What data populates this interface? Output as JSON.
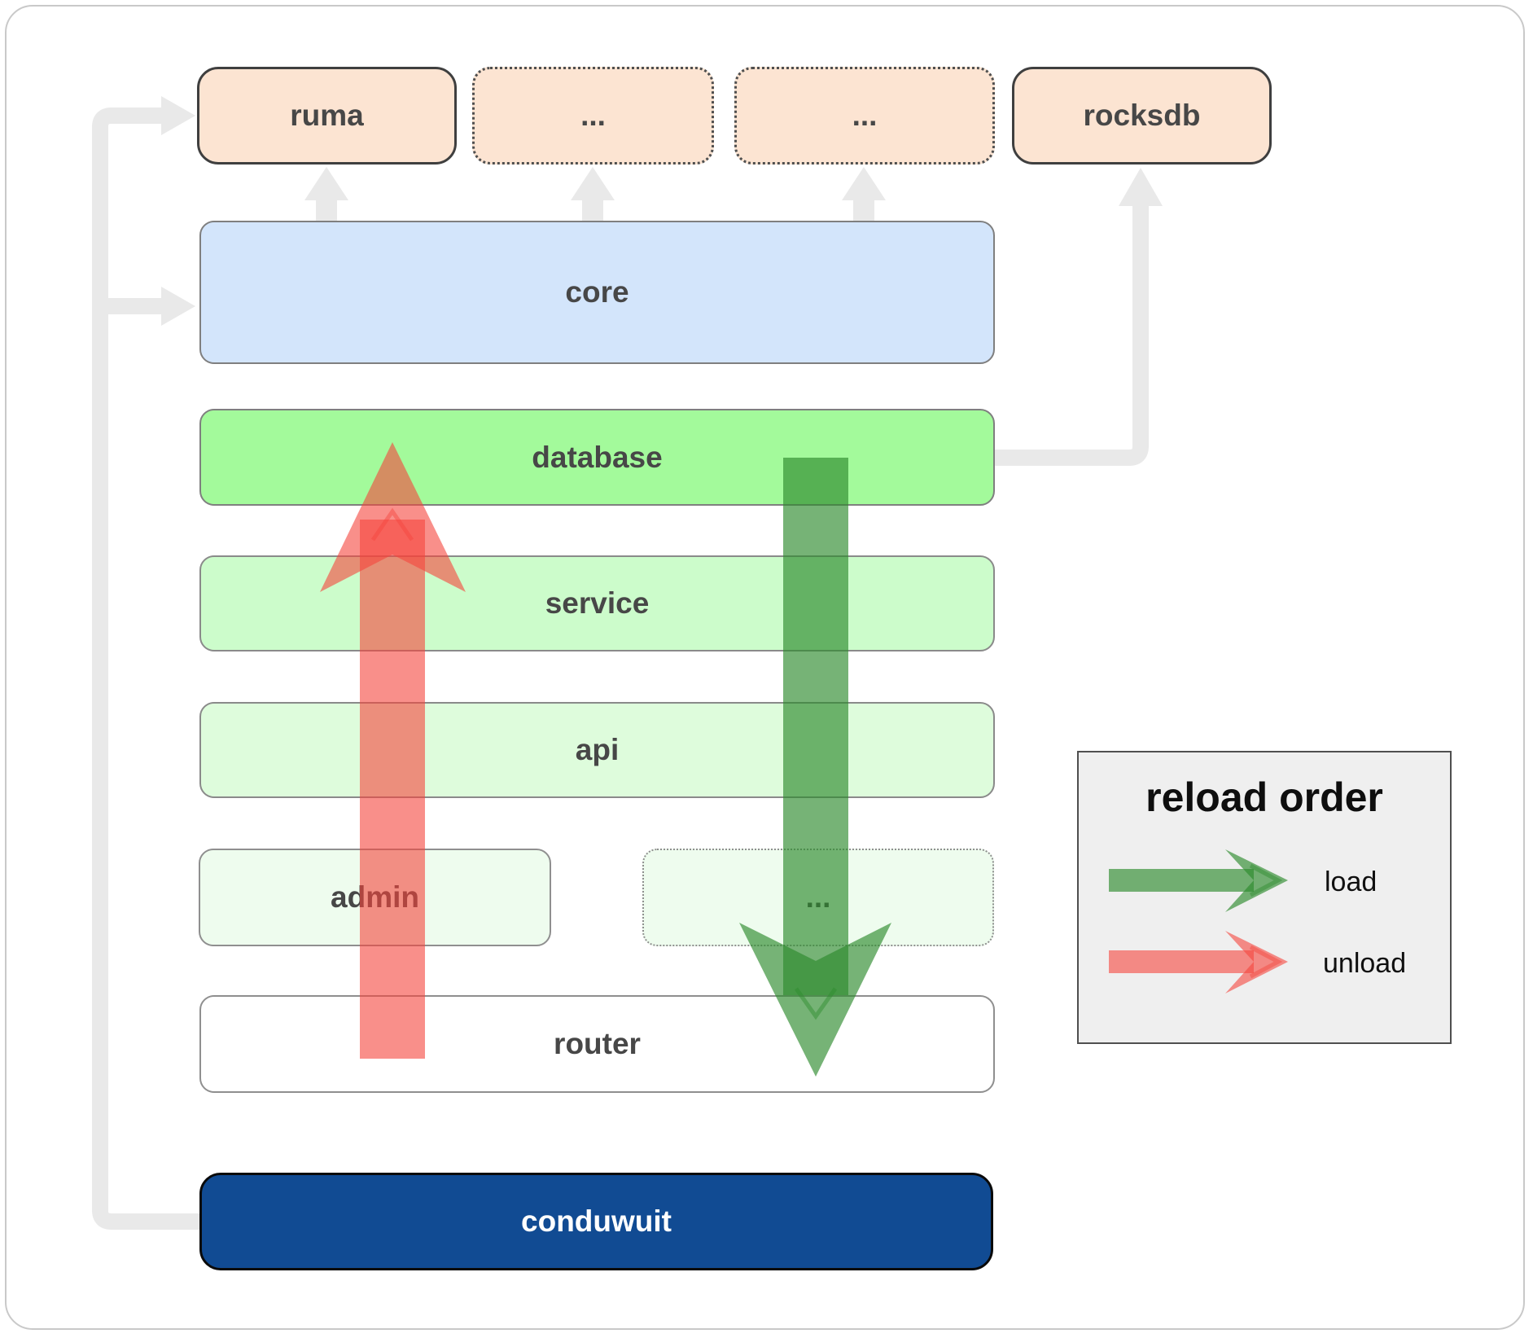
{
  "nodes": {
    "ruma": "ruma",
    "ellipsis_top_1": "...",
    "ellipsis_top_2": "...",
    "rocksdb": "rocksdb",
    "core": "core",
    "database": "database",
    "service": "service",
    "api": "api",
    "admin": "admin",
    "ellipsis_bottom": "...",
    "router": "router",
    "conduwuit": "conduwuit"
  },
  "legend": {
    "title": "reload order",
    "items": [
      {
        "id": "load",
        "label": "load",
        "color": "#2d8b2d"
      },
      {
        "id": "unload",
        "label": "unload",
        "color": "#f5443c"
      }
    ]
  },
  "colors": {
    "load": "#2d8b2d",
    "unload": "#f5443c",
    "connector": "#e9e9e9",
    "conduwuit_blue": "#114b93",
    "peach": "#fce4d2",
    "core_blue": "#d3e5fb",
    "database_green": "#a3fa9b",
    "service_green": "#ccfccb",
    "api_green": "#defcdc",
    "admin_green": "#eefcee"
  }
}
